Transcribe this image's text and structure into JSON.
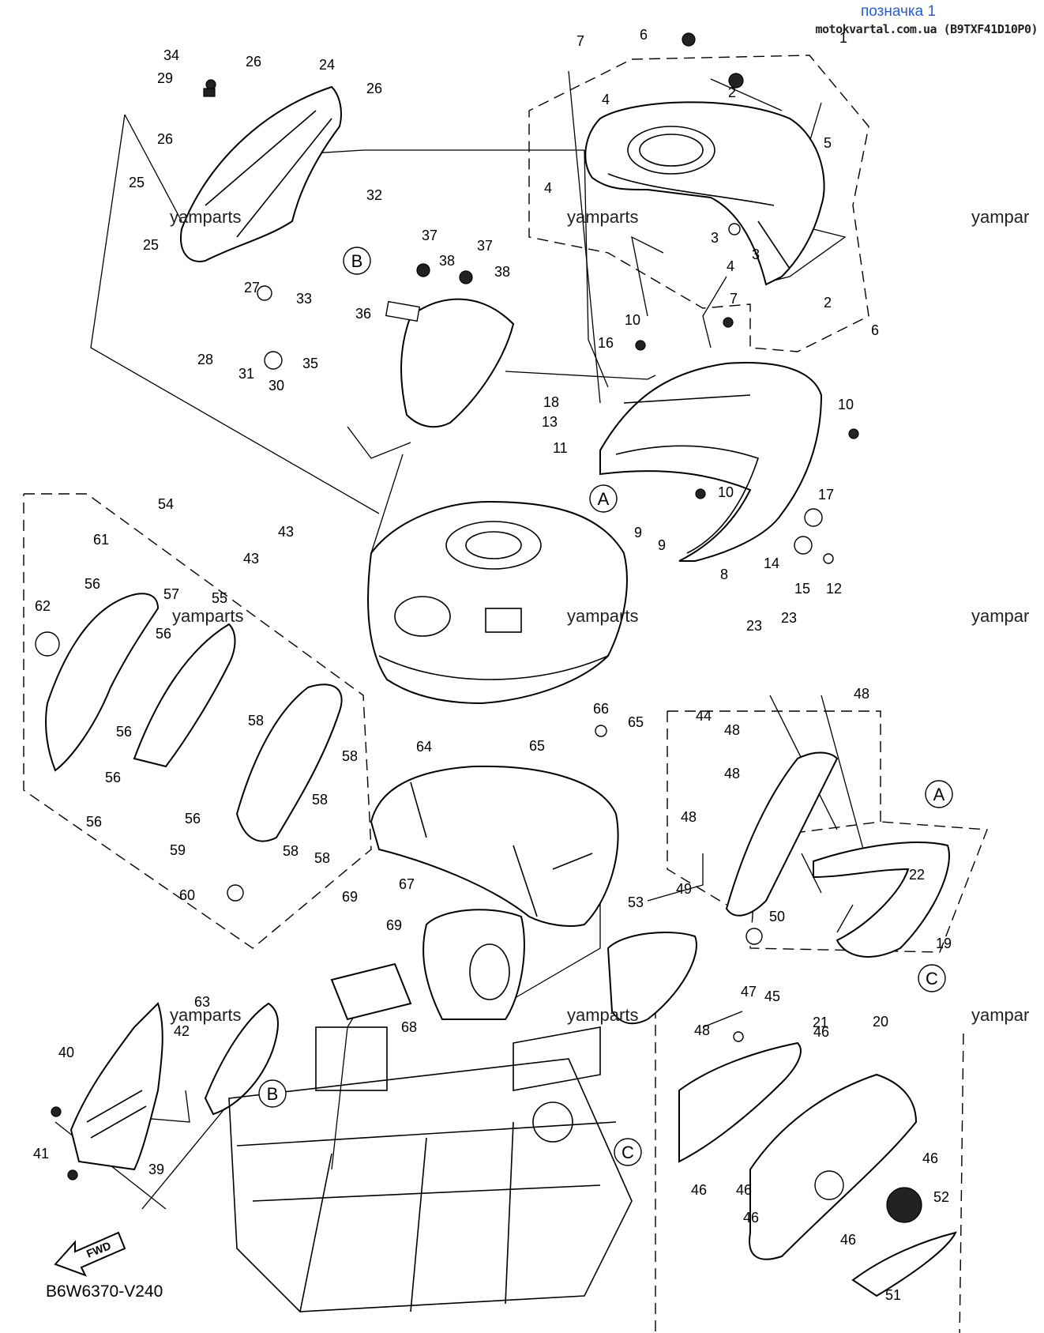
{
  "header": {
    "badge": "позначка 1",
    "source": "motokvartal.com.ua (B9TXF41D10P0)"
  },
  "watermarks": [
    "yamparts",
    "yamparts",
    "yampar",
    "yamparts",
    "yamparts",
    "yampar",
    "yamparts",
    "yamparts",
    "yampar"
  ],
  "diagram_code": "B6W6370-V240",
  "fwd_label": "FWD",
  "refs": [
    "A",
    "A",
    "B",
    "B",
    "C",
    "C"
  ],
  "callouts": [
    "1",
    "2",
    "2",
    "3",
    "3",
    "4",
    "4",
    "4",
    "5",
    "6",
    "6",
    "7",
    "7",
    "8",
    "9",
    "9",
    "10",
    "10",
    "10",
    "11",
    "12",
    "13",
    "14",
    "15",
    "16",
    "17",
    "18",
    "19",
    "20",
    "21",
    "22",
    "23",
    "23",
    "24",
    "25",
    "25",
    "26",
    "26",
    "26",
    "27",
    "28",
    "29",
    "30",
    "31",
    "32",
    "33",
    "34",
    "35",
    "36",
    "37",
    "37",
    "38",
    "38",
    "39",
    "40",
    "41",
    "42",
    "43",
    "43",
    "44",
    "45",
    "46",
    "46",
    "46",
    "46",
    "46",
    "46",
    "47",
    "48",
    "48",
    "48",
    "48",
    "48",
    "49",
    "50",
    "51",
    "52",
    "53",
    "54",
    "55",
    "56",
    "56",
    "56",
    "56",
    "56",
    "56",
    "57",
    "58",
    "58",
    "58",
    "58",
    "58",
    "59",
    "60",
    "61",
    "62",
    "63",
    "64",
    "65",
    "65",
    "66",
    "67",
    "68",
    "69",
    "69"
  ]
}
